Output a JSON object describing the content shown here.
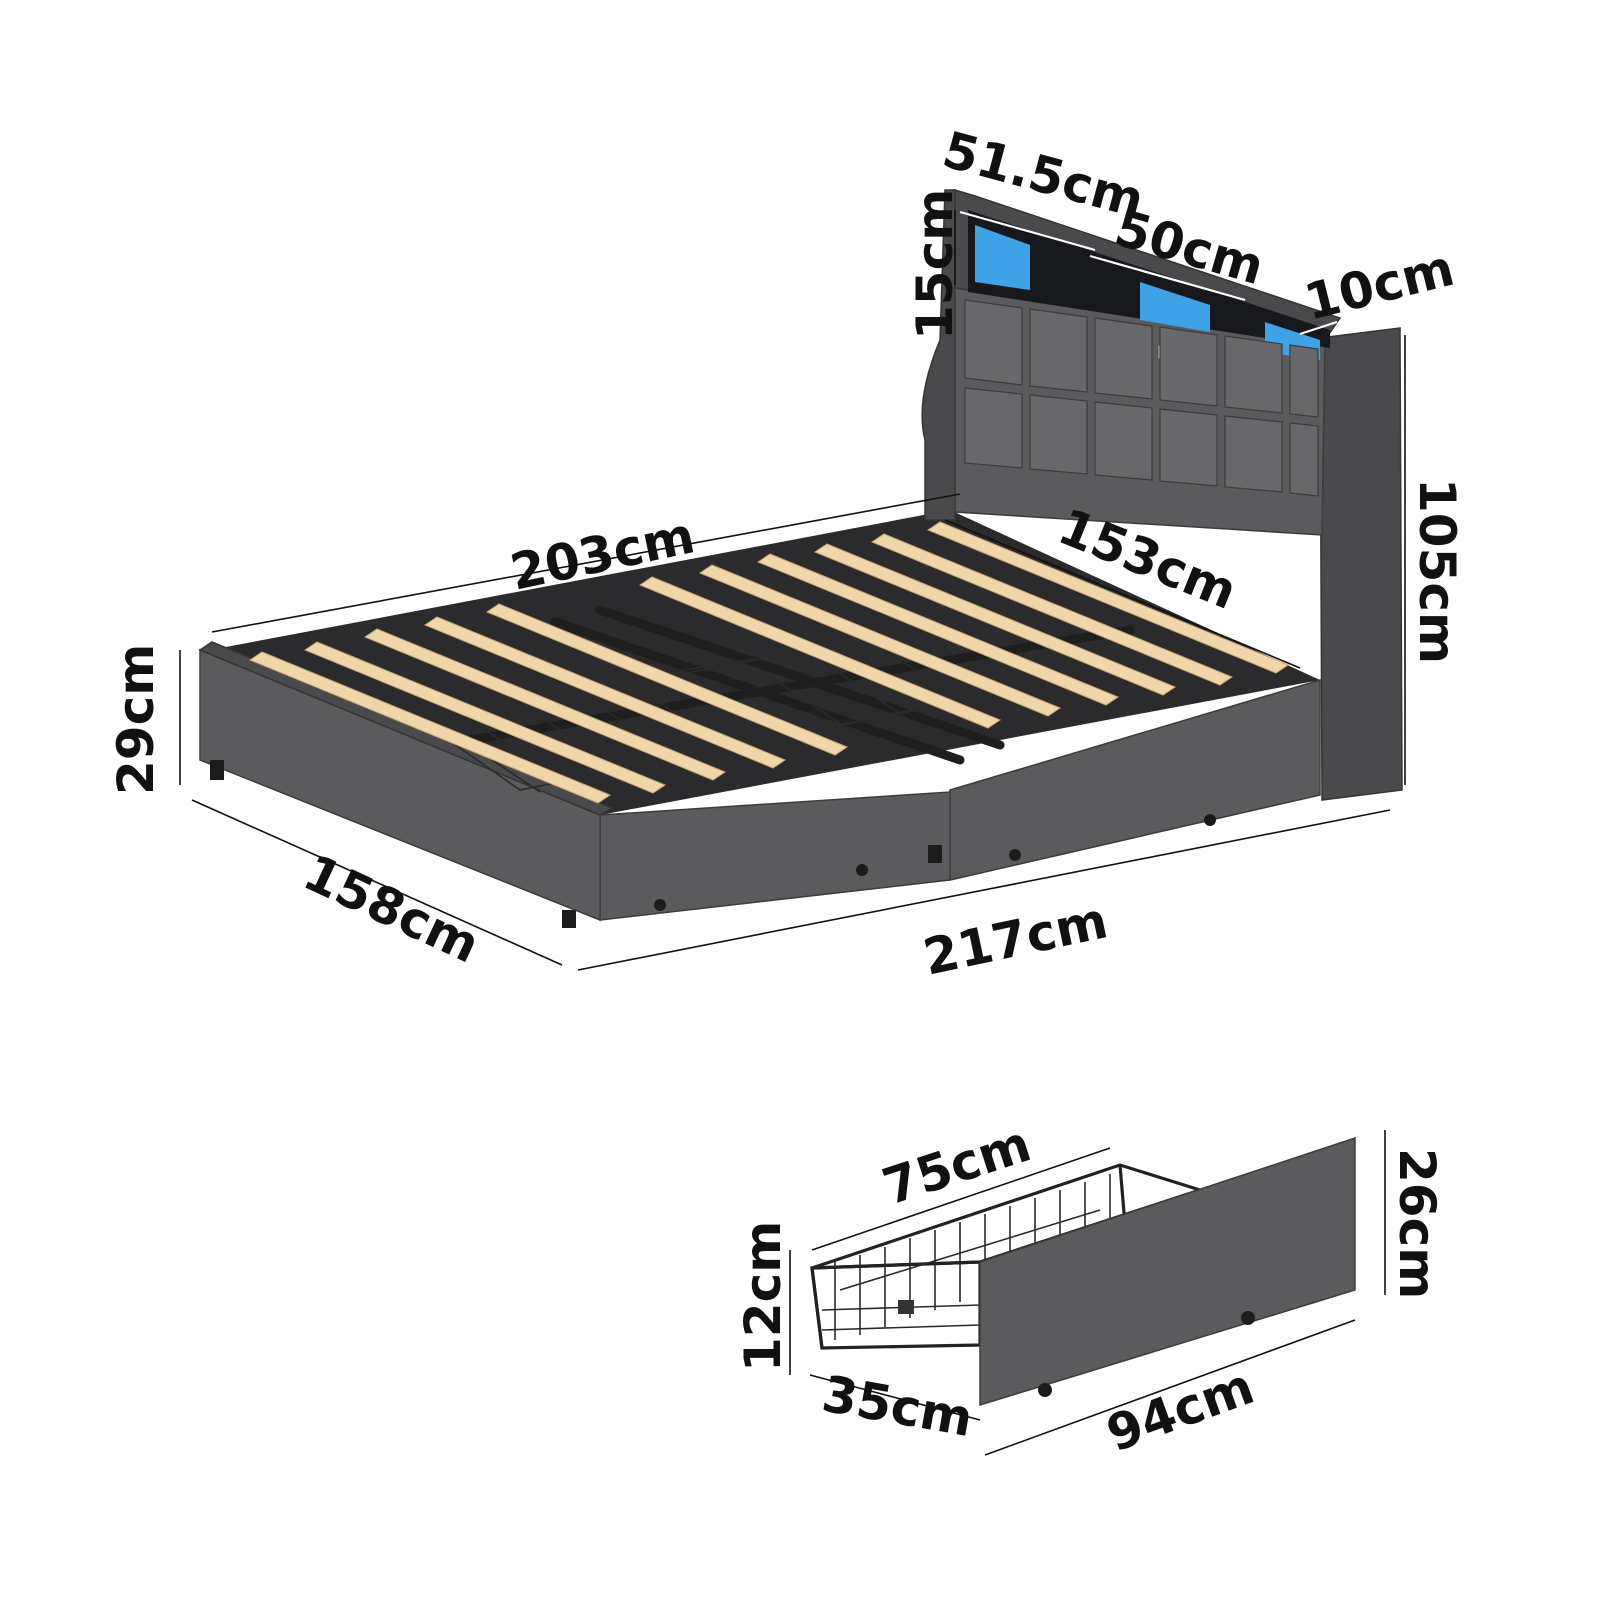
{
  "bed": {
    "headboard_shelf_width_left": "51.5cm",
    "headboard_shelf_width_right": "50cm",
    "headboard_shelf_height": "15cm",
    "headboard_shelf_depth": "10cm",
    "inner_length": "203cm",
    "inner_width": "153cm",
    "total_height": "105cm",
    "side_rail_height": "29cm",
    "total_width": "158cm",
    "total_length": "217cm"
  },
  "drawer": {
    "basket_length": "75cm",
    "basket_height": "12cm",
    "basket_width": "35cm",
    "front_length": "94cm",
    "front_height": "26cm"
  },
  "colors": {
    "fabric": "#5b5b5d",
    "slats": "#efd7aa",
    "led_light": "#3ea2e6",
    "frame_steel": "#1e1e1e"
  }
}
